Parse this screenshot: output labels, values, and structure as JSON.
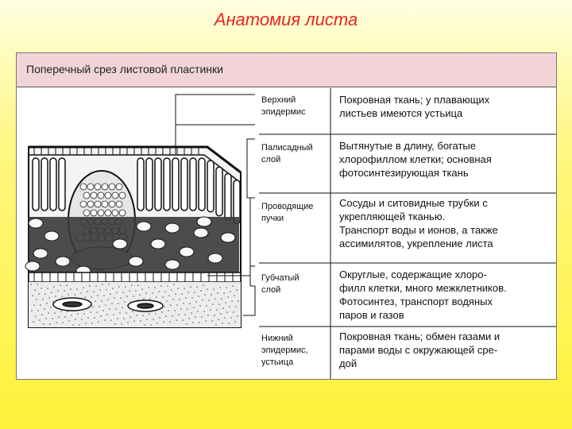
{
  "slide": {
    "title": "Анатомия листа"
  },
  "figure": {
    "header": "Поперечный срез листовой пластинки"
  },
  "layers": [
    {
      "label": "Верхний\nэпидермис",
      "description": "Покровная ткань; у плавающих\nлистьев имеются устьица"
    },
    {
      "label": "Палисадный\nслой",
      "description": "Вытянутые в длину, богатые\nхлорофиллом клетки; основная\nфотосинтезирующая ткань"
    },
    {
      "label": "Проводящие\nпучки",
      "description": "Сосуды и ситовидные трубки с\nукрепляющей тканью.\nТранспорт воды и ионов, а также\nассимилятов, укрепление листа"
    },
    {
      "label": "Губчатый\nслой",
      "description": "Округлые, содержащие хлоро-\nфилл клетки, много межклетников.\nФотосинтез, транспорт водяных\nпаров и газов"
    },
    {
      "label": "Нижний\nэпидермис,\nустьица",
      "description": "Покровная ткань; обмен газами и\nпарами воды с окружающей сре-\nдой"
    }
  ]
}
